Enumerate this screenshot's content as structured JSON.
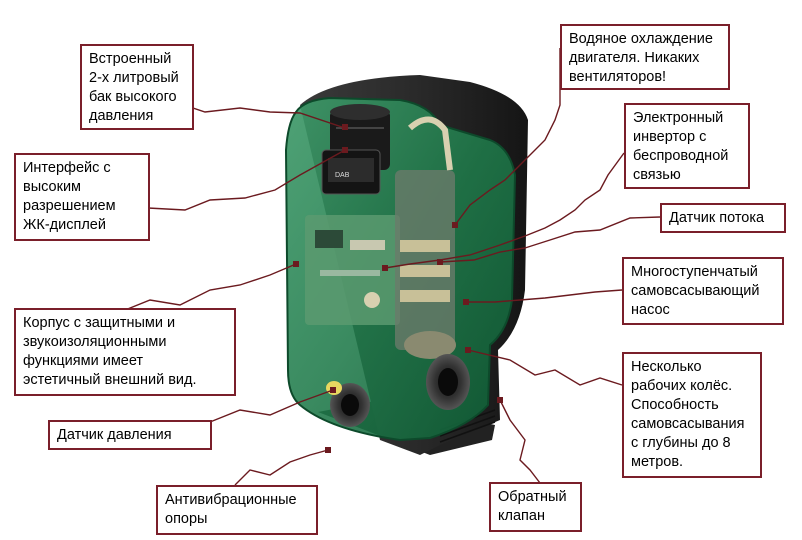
{
  "colors": {
    "callout_border": "#7a1f2a",
    "leader_line": "#6b1a1f",
    "pump_housing": "#1f7a4a",
    "pump_shell": "#2a2a2a",
    "pump_base": "#222222"
  },
  "callouts": [
    {
      "id": "tank",
      "text": "Встроенный\n2-х литровый\nбак высокого\nдавления"
    },
    {
      "id": "display",
      "text": "Интерфейс с\nвысоким\nразрешением\nЖК-дисплей"
    },
    {
      "id": "housing",
      "text": "Корпус с защитными и\nзвукоизоляционными\nфункциями имеет\nэстетичный внешний вид."
    },
    {
      "id": "pressure-sensor",
      "text": "Датчик давления"
    },
    {
      "id": "anti-vibration",
      "text": "Антивибрационные\nопоры"
    },
    {
      "id": "check-valve",
      "text": "Обратный\nклапан"
    },
    {
      "id": "impellers",
      "text": "Несколько\nрабочих колёс.\nСпособность\nсамовсасывания\nс глубины до 8\nметров."
    },
    {
      "id": "multistage-pump",
      "text": "Многоступенчатый\nсамовсасывающий\nнасос"
    },
    {
      "id": "flow-sensor",
      "text": "Датчик потока"
    },
    {
      "id": "inverter",
      "text": "Электронный\nинвертор с\nбеспроводной\nсвязью"
    },
    {
      "id": "water-cooling",
      "text": "Водяное охлаждение\nдвигателя. Никаких\nвентиляторов!"
    }
  ],
  "pump": {
    "display_logo": "DAB"
  }
}
